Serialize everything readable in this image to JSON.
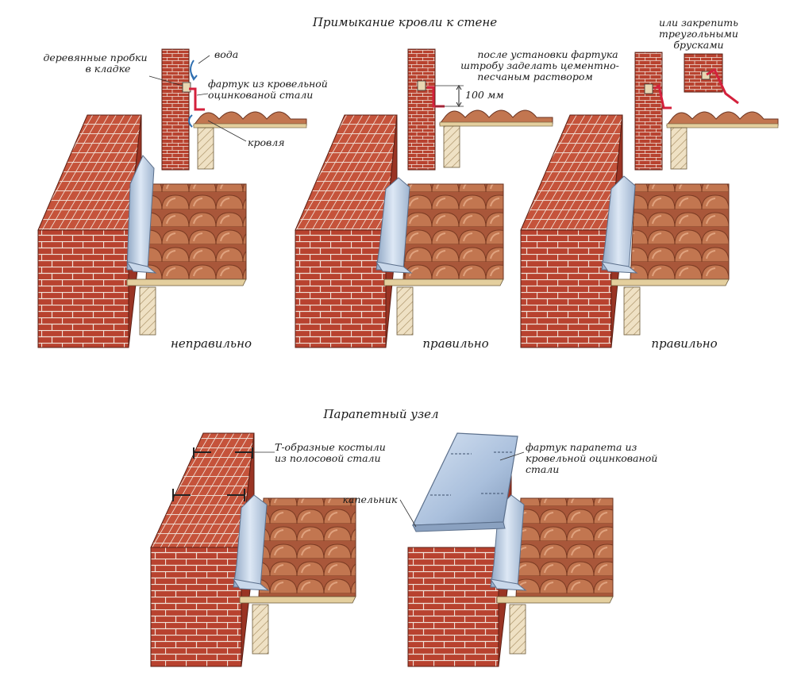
{
  "titles": {
    "wall_junction": "Примыкание кровли к стене",
    "parapet": "Парапетный узел"
  },
  "labels": {
    "wood_plugs_1": "деревянные пробки",
    "wood_plugs_2": "в кладке",
    "water": "вода",
    "apron_1": "фартук из кровельной",
    "apron_2": "оцинкованой стали",
    "roof": "кровля",
    "after_install_1": "после установки фартука",
    "after_install_2": "штробу заделать цементно-",
    "after_install_3": "песчаным раствором",
    "distance": "100 мм",
    "or_fix_1": "или закрепить",
    "or_fix_2": "треугольными",
    "or_fix_3": "брусками",
    "t_brackets_1": "Т-образные костыли",
    "t_brackets_2": "из полосовой стали",
    "drip_edge": "капельник",
    "parapet_apron_1": "фартук парапета из",
    "parapet_apron_2": "кровельной оцинкованой",
    "parapet_apron_3": "стали"
  },
  "captions": {
    "wrong": "неправильно",
    "right_1": "правильно",
    "right_2": "правильно"
  },
  "colors": {
    "brick": "#b8422f",
    "mortar": "#f2e6dc",
    "tile": "#b96a45",
    "steel": "#b9cde6",
    "apron_red": "#d4213c"
  }
}
